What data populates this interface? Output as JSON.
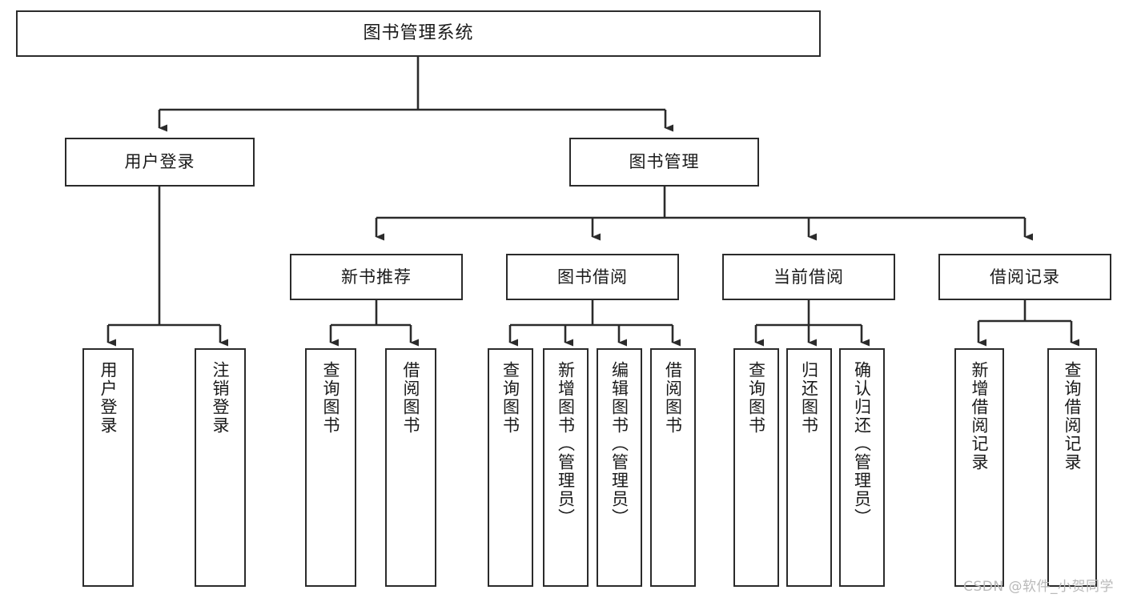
{
  "diagram": {
    "title": "图书管理系统",
    "type": "tree-hierarchy-diagram",
    "watermark": "CSDN @软件_小贺同学",
    "colors": {
      "box_border": "#2b2b2b",
      "box_fill": "#ffffff",
      "connector": "#2b2b2b",
      "text": "#1a1a1a",
      "watermark": "#b9b9b9",
      "background": "#ffffff"
    }
  },
  "nodes": {
    "root": {
      "label": "图书管理系统"
    },
    "level2": [
      {
        "label": "用户登录"
      },
      {
        "label": "图书管理"
      }
    ],
    "level3": [
      {
        "label": "新书推荐"
      },
      {
        "label": "图书借阅"
      },
      {
        "label": "当前借阅"
      },
      {
        "label": "借阅记录"
      }
    ],
    "leaves": {
      "user_login": [
        {
          "label": "用户登录"
        },
        {
          "label": "注销登录"
        }
      ],
      "new_book_recommend": [
        {
          "label": "查询图书"
        },
        {
          "label": "借阅图书"
        }
      ],
      "book_borrow": [
        {
          "label": "查询图书"
        },
        {
          "label": "新增图书（管理员）"
        },
        {
          "label": "编辑图书（管理员）"
        },
        {
          "label": "借阅图书"
        }
      ],
      "current_borrow": [
        {
          "label": "查询图书"
        },
        {
          "label": "归还图书"
        },
        {
          "label": "确认归还（管理员）"
        }
      ],
      "borrow_record": [
        {
          "label": "新增借阅记录"
        },
        {
          "label": "查询借阅记录"
        }
      ]
    }
  }
}
